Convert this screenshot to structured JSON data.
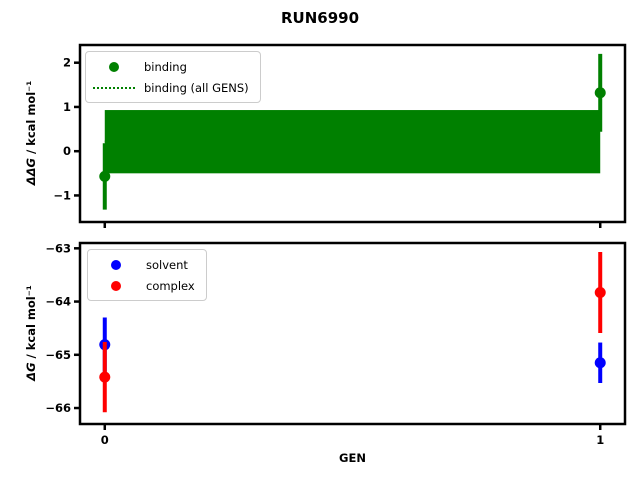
{
  "title": "RUN6990",
  "colors": {
    "binding": "#008000",
    "solvent": "#0000ff",
    "complex": "#ff0000",
    "axes": "#000000",
    "legend_edge": "#cccccc",
    "background": "#ffffff"
  },
  "chart_data": [
    {
      "type": "scatter",
      "subplot": "top",
      "ylabel": "ΔΔG / kcal mol⁻¹",
      "ylabel_math": "ΔΔG",
      "ylabel_unit": " / kcal mol⁻¹",
      "xlabel": "",
      "ylim": [
        -1.6,
        2.4
      ],
      "xlim": [
        -0.05,
        1.05
      ],
      "yticks": [
        2,
        1,
        0,
        -1
      ],
      "yticklabels": [
        "2",
        "1",
        "0",
        "−1"
      ],
      "xticks": [
        0,
        1
      ],
      "xticklabels": null,
      "grid": false,
      "legend_position": "upper left",
      "series": [
        {
          "name": "binding",
          "color": "#008000",
          "marker": "dot",
          "x": [
            0,
            1
          ],
          "y": [
            -0.57,
            1.32
          ],
          "yerr": [
            0.75,
            0.88
          ]
        }
      ],
      "band": {
        "name": "binding (all GENS)",
        "color": "#008000",
        "x_min": 0,
        "x_max": 1,
        "y_min": -0.5,
        "y_max": 0.93,
        "y_center": 0.22,
        "center_line_style": "dotted"
      },
      "legend": [
        {
          "label": "binding",
          "marker": "dot",
          "color": "#008000"
        },
        {
          "label": "binding (all GENS)",
          "marker": "dotted-line",
          "color": "#008000"
        }
      ]
    },
    {
      "type": "scatter",
      "subplot": "bottom",
      "ylabel": "ΔG / kcal mol⁻¹",
      "ylabel_math": "ΔG",
      "ylabel_unit": " / kcal mol⁻¹",
      "xlabel": "GEN",
      "ylim": [
        -66.3,
        -62.9
      ],
      "xlim": [
        -0.05,
        1.05
      ],
      "yticks": [
        -63,
        -64,
        -65,
        -66
      ],
      "yticklabels": [
        "−63",
        "−64",
        "−65",
        "−66"
      ],
      "xticks": [
        0,
        1
      ],
      "xticklabels": [
        "0",
        "1"
      ],
      "grid": false,
      "legend_position": "upper left",
      "series": [
        {
          "name": "solvent",
          "color": "#0000ff",
          "marker": "dot",
          "x": [
            0,
            1
          ],
          "y": [
            -64.81,
            -65.15
          ],
          "yerr": [
            0.51,
            0.38
          ]
        },
        {
          "name": "complex",
          "color": "#ff0000",
          "marker": "dot",
          "x": [
            0,
            1
          ],
          "y": [
            -65.42,
            -63.83
          ],
          "yerr": [
            0.66,
            0.76
          ]
        }
      ],
      "legend": [
        {
          "label": "solvent",
          "marker": "dot",
          "color": "#0000ff"
        },
        {
          "label": "complex",
          "marker": "dot",
          "color": "#ff0000"
        }
      ]
    }
  ]
}
